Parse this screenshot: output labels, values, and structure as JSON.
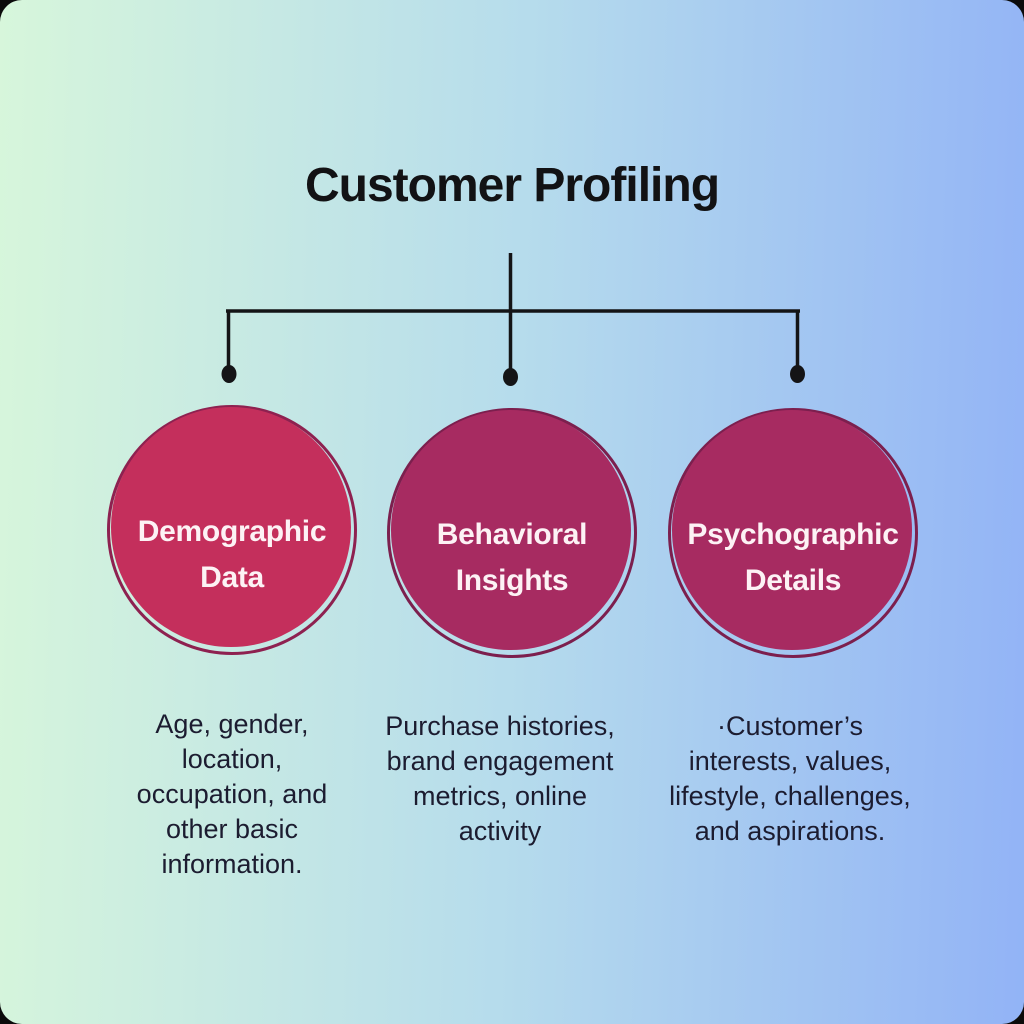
{
  "title": "Customer Profiling",
  "colors": {
    "background_left": "#d7f6db",
    "background_mid": "#b6dcec",
    "background_right": "#92b3f6",
    "outside_corner": "#0b0b0b",
    "line": "#141416",
    "dot": "#141416",
    "title_text": "#121214",
    "description_text": "#1c1c30",
    "label_text": "#fdf2f5"
  },
  "nodes": [
    {
      "label": "Demographic\nData",
      "description": "Age, gender,\nlocation,\noccupation, and\nother basic\ninformation.",
      "fill": "#c42f5c",
      "ring": "#8e2150"
    },
    {
      "label": "Behavioral\nInsights",
      "description": "Purchase histories,\nbrand engagement\nmetrics, online\nactivity",
      "fill": "#a72b61",
      "ring": "#7c1f4e"
    },
    {
      "label": "Psychographic\nDetails",
      "description": "·Customer’s\ninterests, values,\nlifestyle, challenges,\nand aspirations.",
      "fill": "#a72b61",
      "ring": "#7c1f4e"
    }
  ]
}
